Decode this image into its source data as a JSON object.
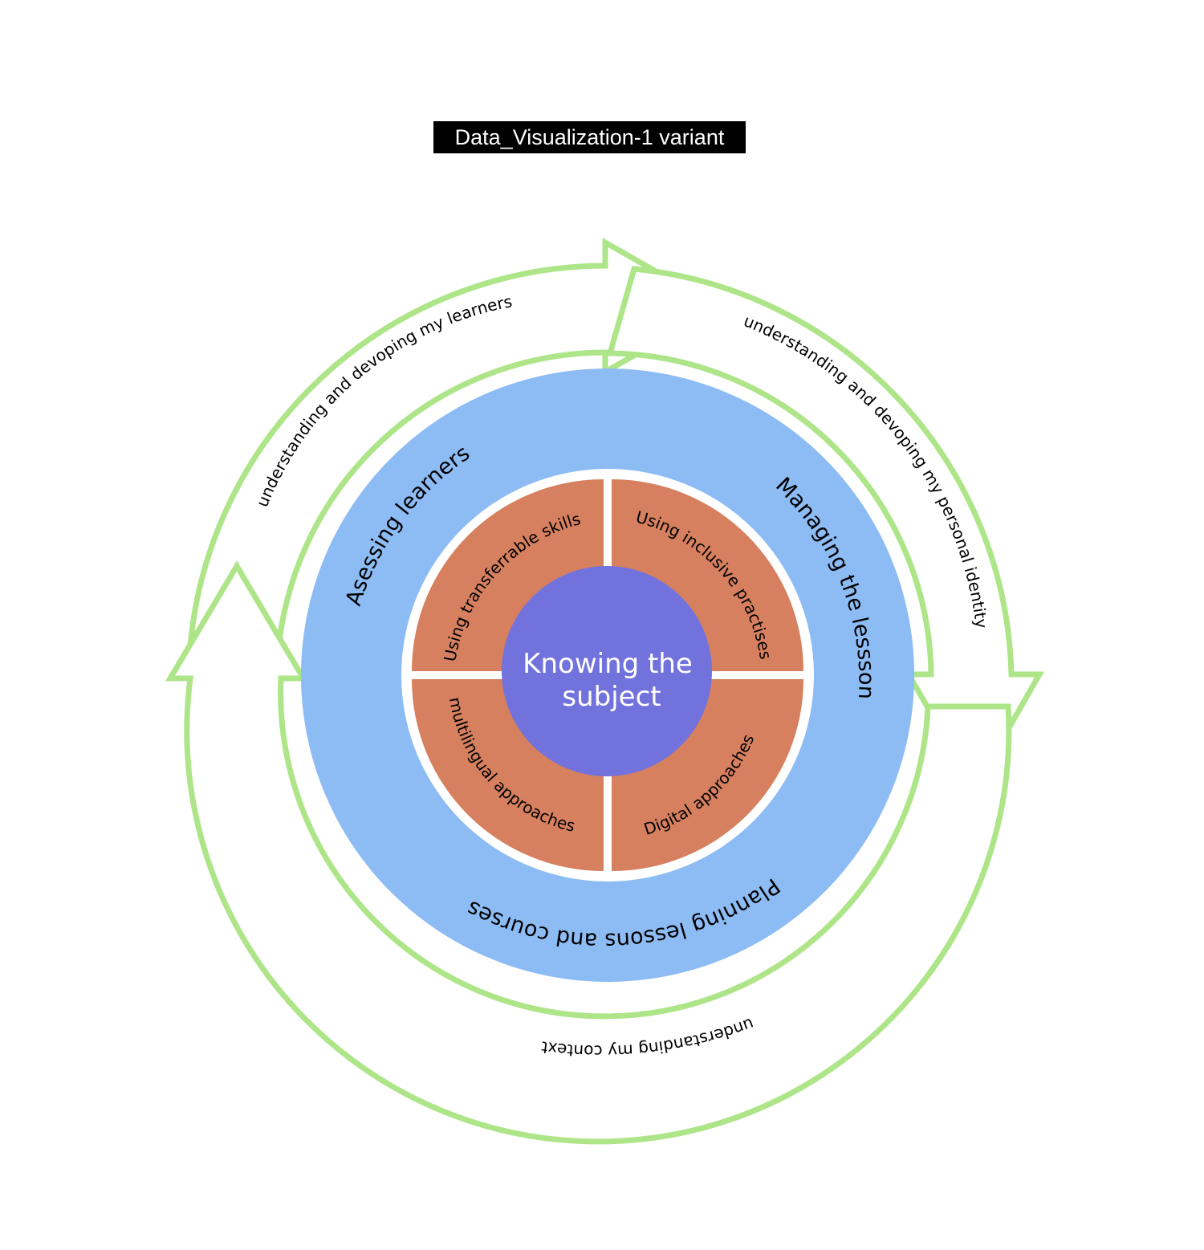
{
  "title": "Data_Visualization-1 variant",
  "colors": {
    "cycle_arrow_stroke": "#ade588",
    "outer_ring": "#8dbcf5",
    "quadrant": "#d6805f",
    "core": "#7272dd",
    "separator": "#ffffff"
  },
  "cycle": {
    "top_left_arrow": "understanding and devoping my learners",
    "right_arrow": "understanding and devoping my personal identity",
    "bottom_arrow": "understanding my context"
  },
  "ring": {
    "top_left": "Asessing learners",
    "right": "Managing the lessson",
    "bottom": "Planning lessons and courses"
  },
  "quadrants": {
    "top_left": "Using transferrable skills",
    "top_right": "Using inclusive practises",
    "bottom_left": "multilingual approaches",
    "bottom_right": "Digital approaches"
  },
  "core": {
    "line1": "Knowing the",
    "line2": "subject"
  }
}
